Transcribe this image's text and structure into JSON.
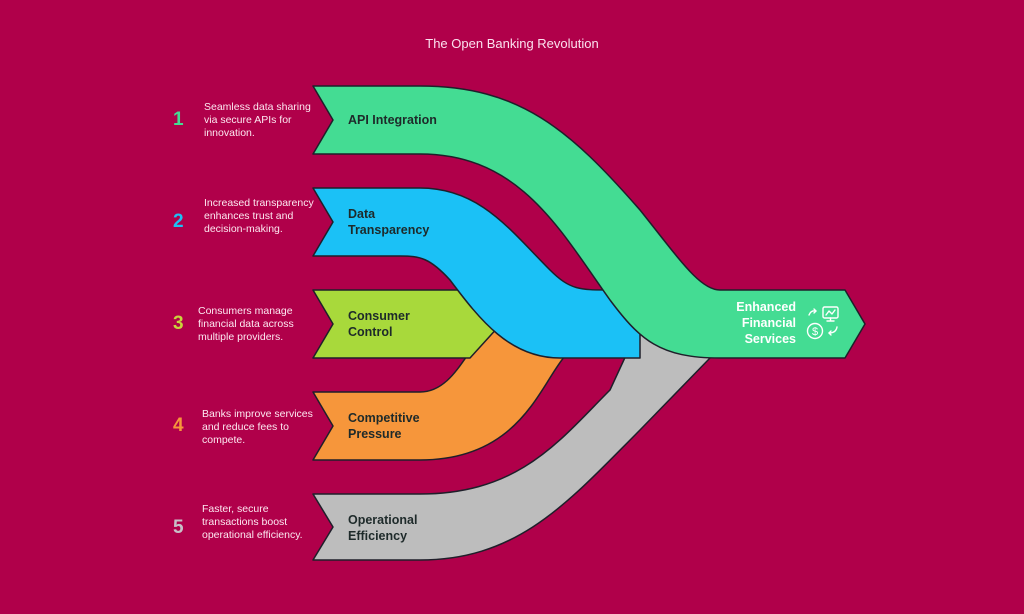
{
  "title": "The Open Banking Revolution",
  "items": [
    {
      "number": "1",
      "label": "API Integration",
      "label_lines": [
        "API Integration"
      ],
      "description": "Seamless data sharing via secure APIs for innovation.",
      "color": "#44dc93"
    },
    {
      "number": "2",
      "label": "Data Transparency",
      "label_lines": [
        "Data",
        "Transparency"
      ],
      "description": "Increased transparency enhances trust and decision-making.",
      "color": "#1bc1f6"
    },
    {
      "number": "3",
      "label": "Consumer Control",
      "label_lines": [
        "Consumer",
        "Control"
      ],
      "description": "Consumers manage financial data across multiple providers.",
      "color": "#a8d93b"
    },
    {
      "number": "4",
      "label": "Competitive Pressure",
      "label_lines": [
        "Competitive",
        "Pressure"
      ],
      "description": "Banks improve services and reduce fees to compete.",
      "color": "#f6963b"
    },
    {
      "number": "5",
      "label": "Operational Efficiency",
      "label_lines": [
        "Operational",
        "Efficiency"
      ],
      "description": "Faster, secure transactions boost operational efficiency.",
      "color": "#bdbdbd"
    }
  ],
  "number_colors": [
    "#44dc93",
    "#1bc1f6",
    "#c9d43b",
    "#f6963b",
    "#c8c0c8"
  ],
  "output": {
    "label_lines": [
      "Enhanced",
      "Financial",
      "Services"
    ],
    "icon": "financial-services-icon",
    "color": "#44dc93"
  },
  "background": "#b0004a"
}
